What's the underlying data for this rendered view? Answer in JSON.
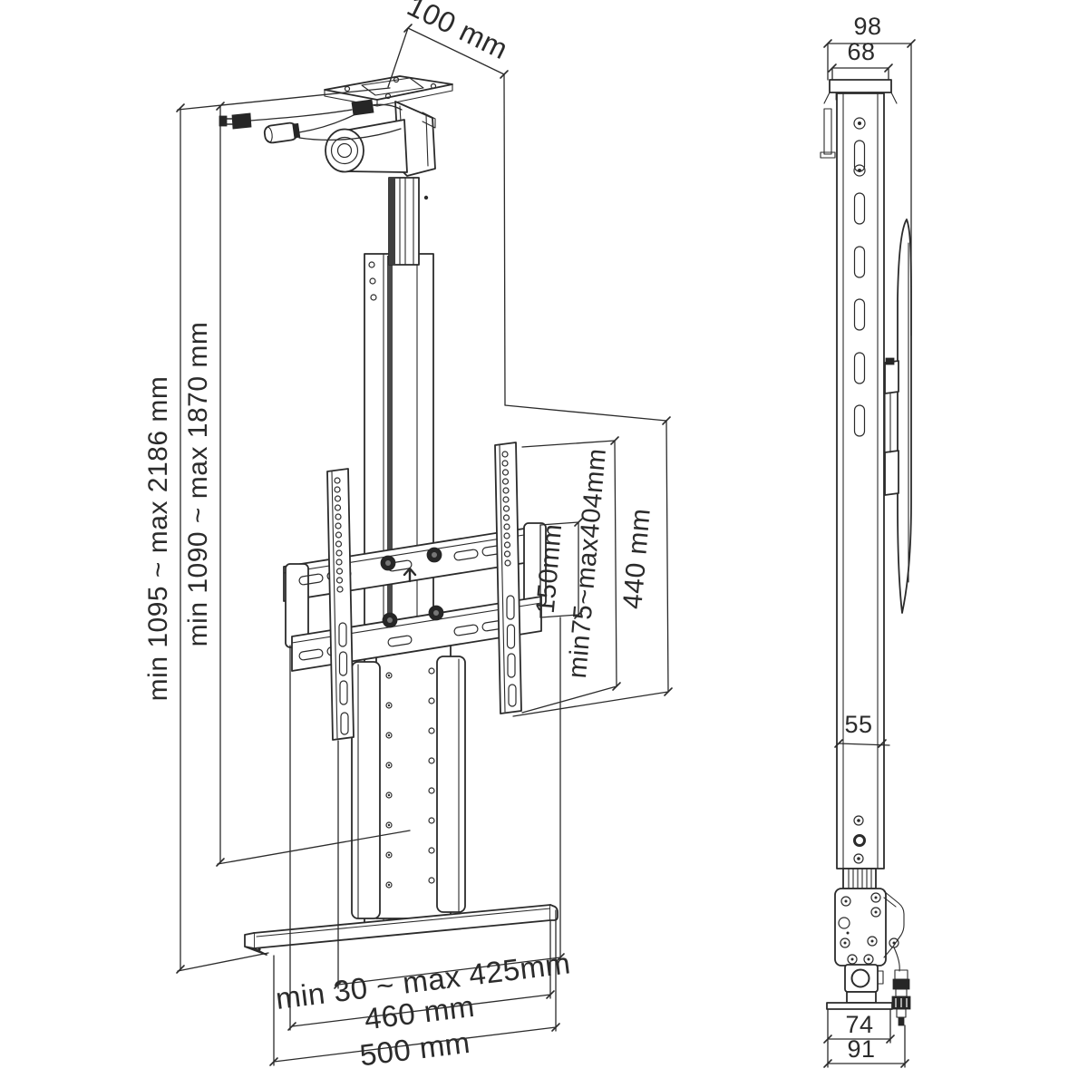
{
  "drawing": {
    "front_view": {
      "top_plate_depth": "100 mm",
      "total_height_range": "min 1095 ~ max 2186 mm",
      "column_height_range": "min 1090 ~ max 1870 mm",
      "bracket_height": "440 mm",
      "vesa_vertical_range": "min75~max404mm",
      "bar_spacing": "150mm",
      "lateral_adjust_range": "min 30 ~ max 425mm",
      "base_inner_width": "460 mm",
      "base_total_width": "500 mm"
    },
    "side_view": {
      "total_depth": "98",
      "top_plate_depth": "68",
      "column_depth": "55",
      "foot_depth": "74",
      "foot_total_depth": "91"
    }
  },
  "colors": {
    "line": "#2b2b2b",
    "background": "#ffffff"
  }
}
